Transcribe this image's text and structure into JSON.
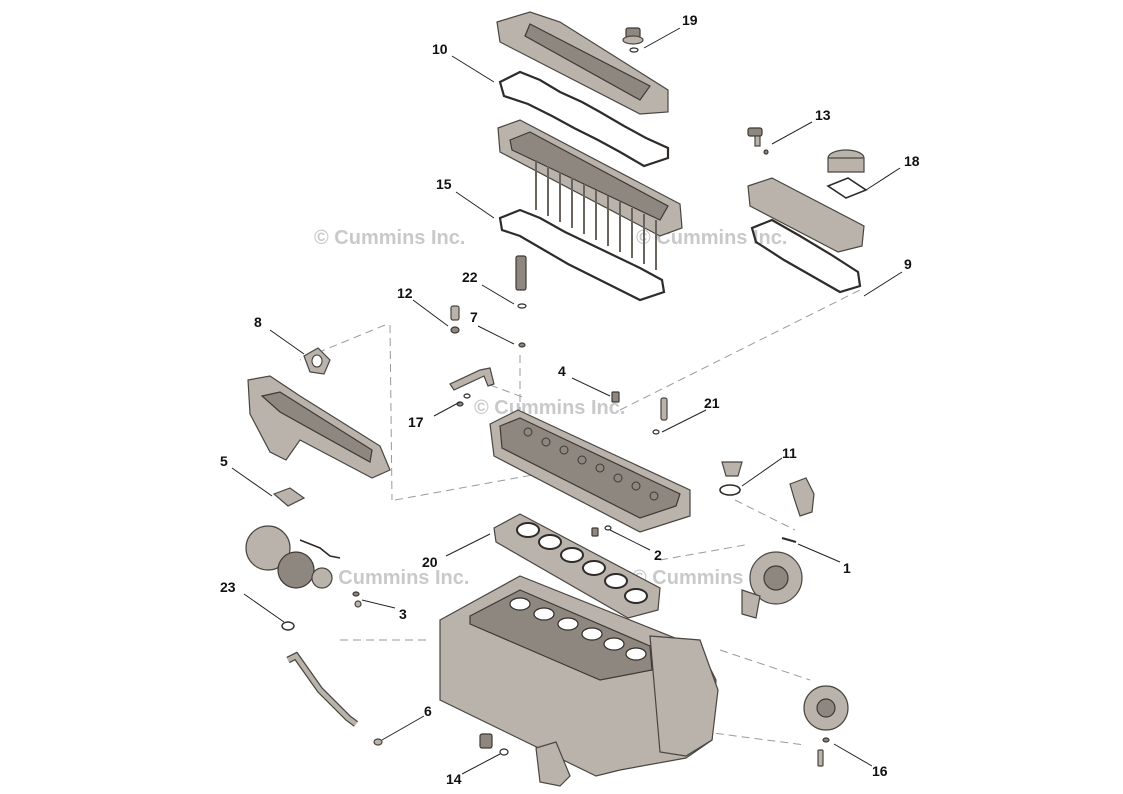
{
  "diagram": {
    "watermark_text": "© Cummins Inc.",
    "callouts": [
      "1",
      "2",
      "3",
      "4",
      "5",
      "6",
      "7",
      "8",
      "9",
      "10",
      "11",
      "12",
      "13",
      "14",
      "15",
      "16",
      "17",
      "18",
      "19",
      "20",
      "21",
      "22",
      "23"
    ]
  }
}
